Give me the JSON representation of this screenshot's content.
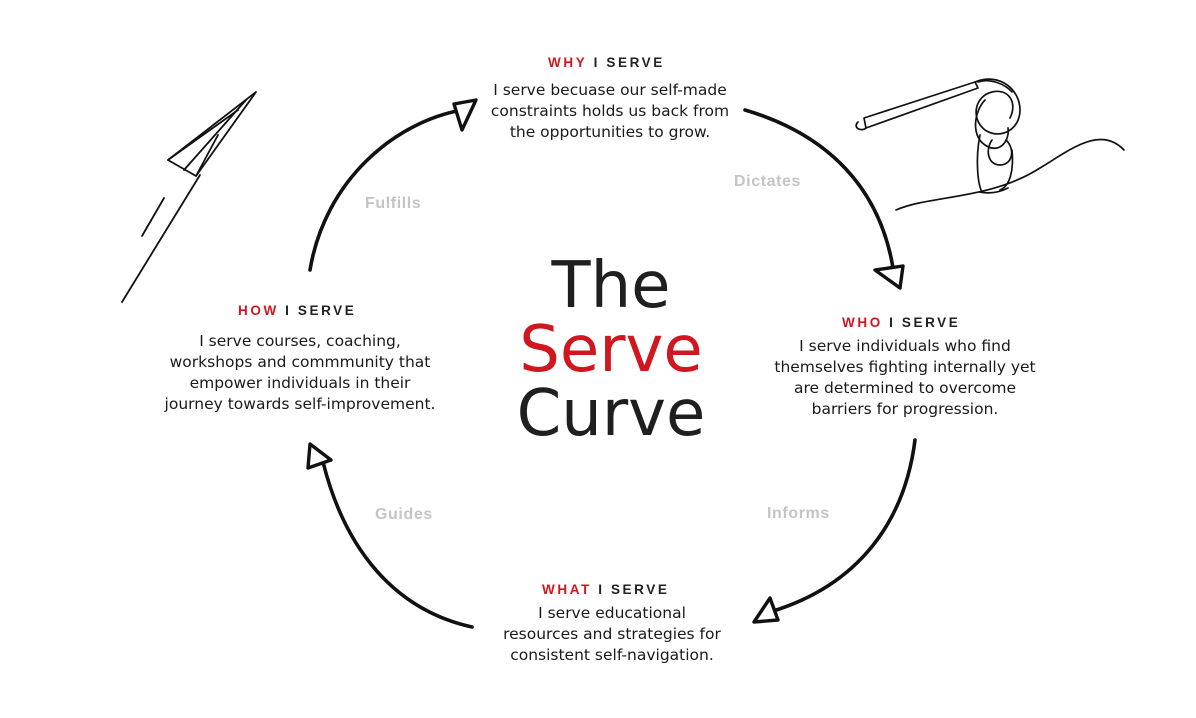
{
  "title": {
    "line1": "The",
    "line2": "Serve",
    "line3": "Curve",
    "color_main": "#1f1f1f",
    "color_accent": "#d0161e"
  },
  "nodes": {
    "why": {
      "accent": "WHY",
      "rest": "I SERVE",
      "lines": [
        "I serve becuase our self-made",
        "constraints holds us back from",
        "the opportunities to grow."
      ]
    },
    "who": {
      "accent": "WHO",
      "rest": "I SERVE",
      "lines": [
        "I serve individuals who find",
        "themselves fighting internally yet",
        "are determined to overcome",
        "barriers for progression."
      ]
    },
    "what": {
      "accent": "WHAT",
      "rest": "I SERVE",
      "lines": [
        "I serve educational",
        "resources and strategies for",
        "consistent self-navigation."
      ]
    },
    "how": {
      "accent": "HOW",
      "rest": "I SERVE",
      "lines": [
        "I serve courses, coaching,",
        "workshops and commmunity that",
        "empower individuals in their",
        "journey towards self-improvement."
      ]
    }
  },
  "relations": {
    "dictates": "Dictates",
    "informs": "Informs",
    "guides": "Guides",
    "fulfills": "Fulfills"
  },
  "colors": {
    "accent": "#d0161e",
    "relation": "#c4c4c4",
    "stroke": "#111111"
  },
  "icons": {
    "top_left": "paper-plane-doodle-icon",
    "top_right": "line-art-doodle-icon"
  }
}
